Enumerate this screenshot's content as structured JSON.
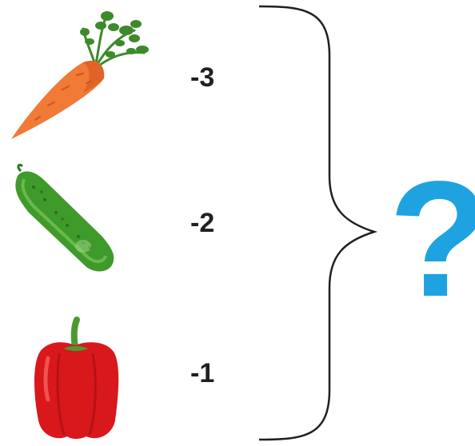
{
  "items": [
    {
      "icon": "carrot-icon",
      "value": "-3"
    },
    {
      "icon": "cucumber-icon",
      "value": "-2"
    },
    {
      "icon": "bell-pepper-icon",
      "value": "-1"
    }
  ],
  "result": {
    "text": "?",
    "color": "#1fa3e0"
  },
  "colors": {
    "carrot": "#f07a36",
    "carrot_leaves": "#3c8a2a",
    "cucumber": "#3f9a2c",
    "pepper": "#d9181c",
    "pepper_stem": "#4a9a32",
    "text": "#231f20",
    "brace": "#231f20"
  }
}
